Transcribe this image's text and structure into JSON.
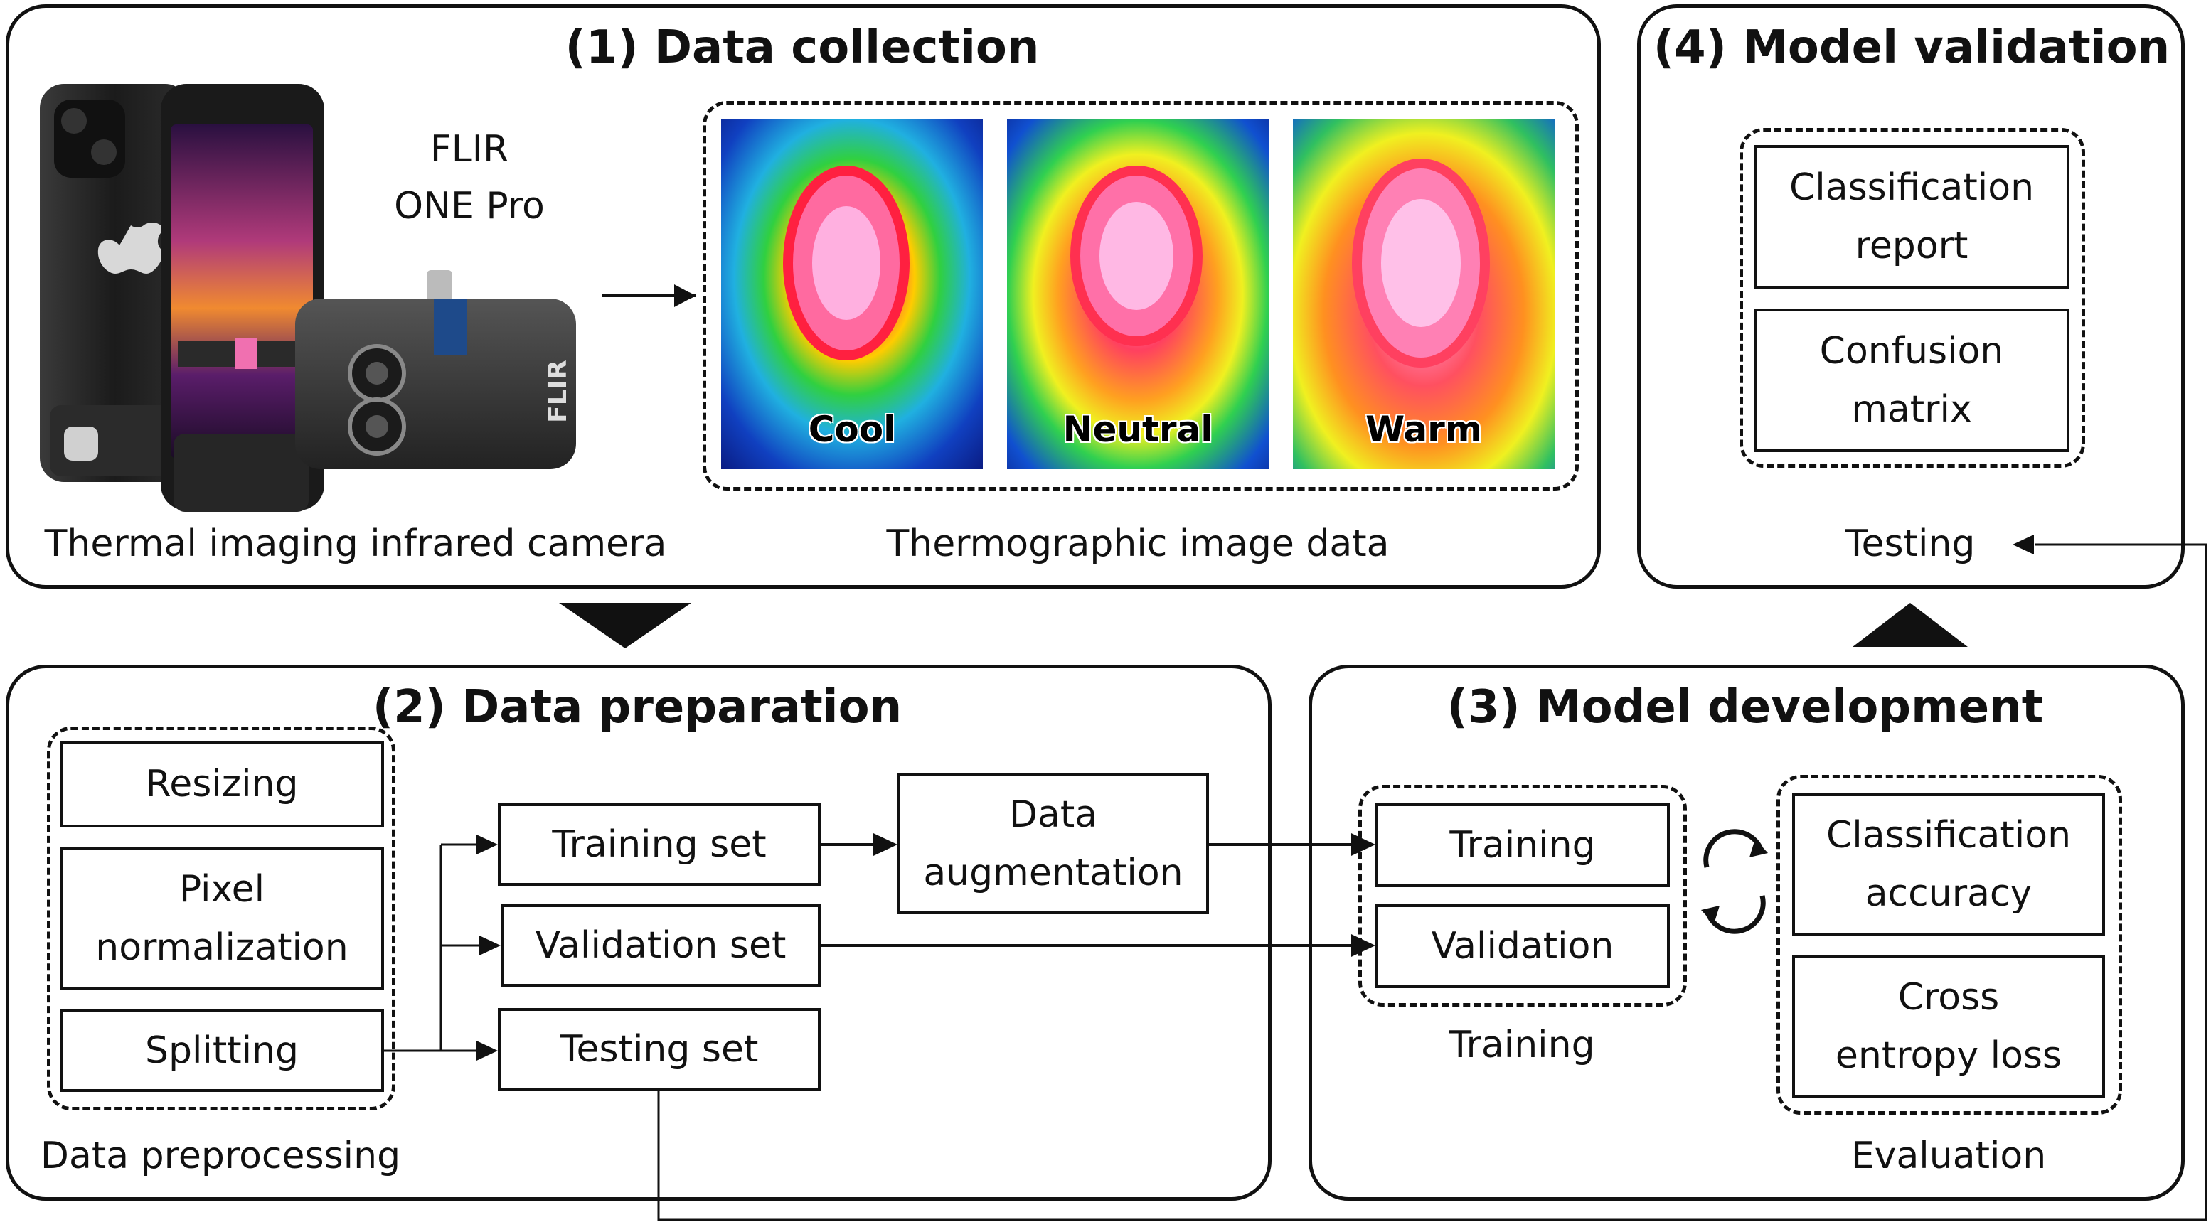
{
  "panel1": {
    "title": "(1) Data collection",
    "product_name": "FLIR\nONE Pro",
    "camera_caption": "Thermal imaging infrared camera",
    "images_caption": "Thermographic image data",
    "brand": "FLIR",
    "thermal_labels": [
      "Cool",
      "Neutral",
      "Warm"
    ]
  },
  "panel2": {
    "title": "(2) Data preparation",
    "preprocessing": [
      "Resizing",
      "Pixel\nnormalization",
      "Splitting"
    ],
    "preprocessing_caption": "Data preprocessing",
    "sets": [
      "Training set",
      "Validation set",
      "Testing set"
    ],
    "augmentation": "Data\naugmentation"
  },
  "panel3": {
    "title": "(3) Model development",
    "training": [
      "Training",
      "Validation"
    ],
    "training_caption": "Training",
    "evaluation": [
      "Classification\naccuracy",
      "Cross\nentropy loss"
    ],
    "evaluation_caption": "Evaluation"
  },
  "panel4": {
    "title": "(4) Model validation",
    "items": [
      "Classification\nreport",
      "Confusion\nmatrix"
    ],
    "caption": "Testing"
  }
}
